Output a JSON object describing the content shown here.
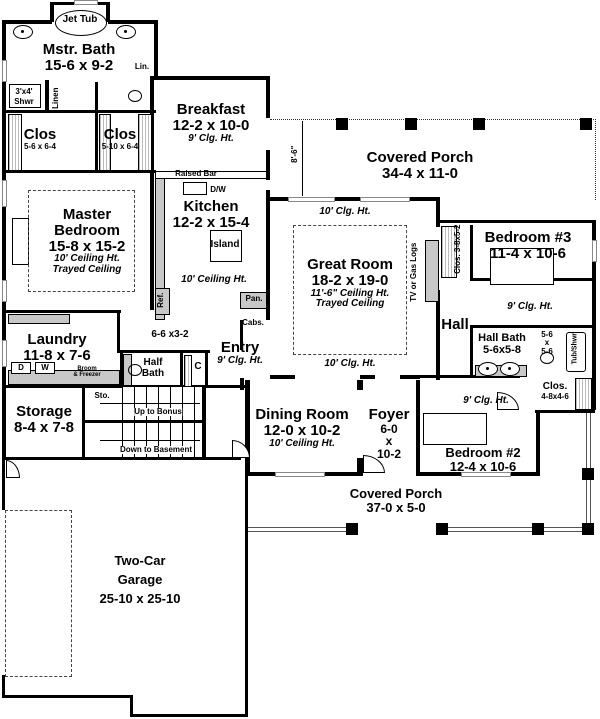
{
  "rooms": {
    "jet_tub": {
      "name": "Jet Tub"
    },
    "master_bath": {
      "name": "Mstr. Bath",
      "dims": "15-6 x 9-2"
    },
    "linen_cl": {
      "name": "Lin."
    },
    "shower": {
      "name": "3'x4' Shwr"
    },
    "linen": {
      "name": "Linen"
    },
    "clos_left": {
      "name": "Clos",
      "dims": "5-6 x 6-4"
    },
    "clos_right": {
      "name": "Clos",
      "dims": "5-10 x 6-4"
    },
    "breakfast": {
      "name": "Breakfast",
      "dims": "12-2 x 10-0",
      "ceiling": "9' Clg. Ht."
    },
    "covered_porch_rear": {
      "name": "Covered Porch",
      "dims": "34-4 x 11-0",
      "depth": "8'-6\""
    },
    "master_bedroom": {
      "name": "Master",
      "name2": "Bedroom",
      "dims": "15-8 x 15-2",
      "ceiling": "10' Ceiling Ht.",
      "ceiling2": "Trayed Ceiling"
    },
    "kitchen": {
      "name": "Kitchen",
      "dims": "12-2 x 15-4",
      "ceiling": "10' Ceiling Ht.",
      "raised_bar": "Raised Bar",
      "dw": "D/W",
      "island": "Island",
      "ref": "Ref.",
      "pan": "Pan.",
      "cabs": "Cabs."
    },
    "great_room": {
      "name": "Great Room",
      "dims": "18-2 x 19-0",
      "ceiling": "11'-6\" Ceiling Ht.",
      "ceiling2": "Trayed Ceiling",
      "clg_top": "10' Clg. Ht.",
      "clg_bottom": "10' Clg. Ht.",
      "fireplace": "TV or Gas Logs"
    },
    "bedroom3": {
      "name": "Bedroom #3",
      "dims": "11-4 x 10-6",
      "ceiling": "9' Clg. Ht."
    },
    "clos_b3": {
      "name": "Clos.",
      "dims": "3-8x5-2"
    },
    "hall": {
      "name": "Hall"
    },
    "hall_bath": {
      "name": "Hall Bath",
      "dims": "5-6x5-8"
    },
    "tub_room": {
      "dims_a": "5-6",
      "dims_x": "x",
      "dims_b": "5-6",
      "tub": "Tub/Shwr"
    },
    "clos_b2": {
      "name": "Clos.",
      "dims": "4-8x4-6"
    },
    "laundry": {
      "name": "Laundry",
      "dims": "11-8 x 7-6",
      "dryer": "D",
      "washer": "W",
      "broom": "Broom",
      "broom2": "& Freezer"
    },
    "half_bath": {
      "name": "Half",
      "name2": "Bath",
      "dims": "6-6 x3-2",
      "closet": "C"
    },
    "entry": {
      "name": "Entry",
      "ceiling": "9' Clg. Ht."
    },
    "storage": {
      "name": "Storage",
      "dims": "8-4 x 7-8"
    },
    "stairs": {
      "sto": "Sto.",
      "up": "Up to Bonus",
      "down": "Down to Basement"
    },
    "dining_room": {
      "name": "Dining Room",
      "dims": "12-0 x 10-2",
      "ceiling": "10' Ceiling Ht."
    },
    "foyer": {
      "name": "Foyer",
      "dims_a": "6-0",
      "dims_x": "x",
      "dims_b": "10-2"
    },
    "bedroom2": {
      "name": "Bedroom #2",
      "dims": "12-4 x 10-6",
      "ceiling": "9' Clg. Ht."
    },
    "covered_porch_front": {
      "name": "Covered Porch",
      "dims": "37-0 x 5-0"
    },
    "garage": {
      "name": "Two-Car",
      "name2": "Garage",
      "dims": "25-10 x 25-10"
    }
  }
}
